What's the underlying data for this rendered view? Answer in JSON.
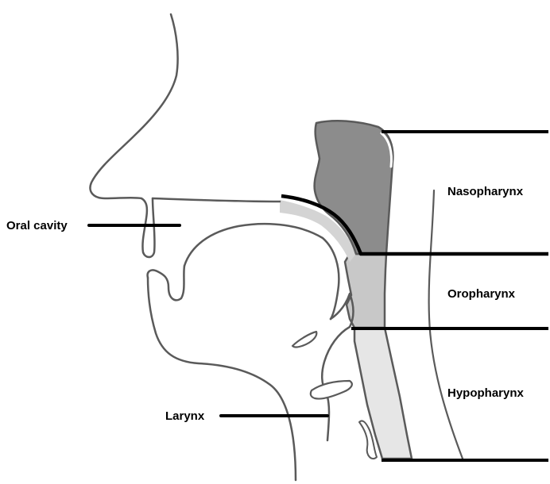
{
  "labels": {
    "oral_cavity": "Oral cavity",
    "larynx": "Larynx",
    "nasopharynx": "Nasopharynx",
    "oropharynx": "Oropharynx",
    "hypopharynx": "Hypopharynx"
  },
  "colors": {
    "outline": "#5a5a5a",
    "pointer_line": "#000000",
    "nasopharynx_fill": "#8c8c8c",
    "oropharynx_fill": "#c8c8c8",
    "hypopharynx_fill": "#e6e6e6",
    "palate_fill": "#d4d4d4"
  }
}
